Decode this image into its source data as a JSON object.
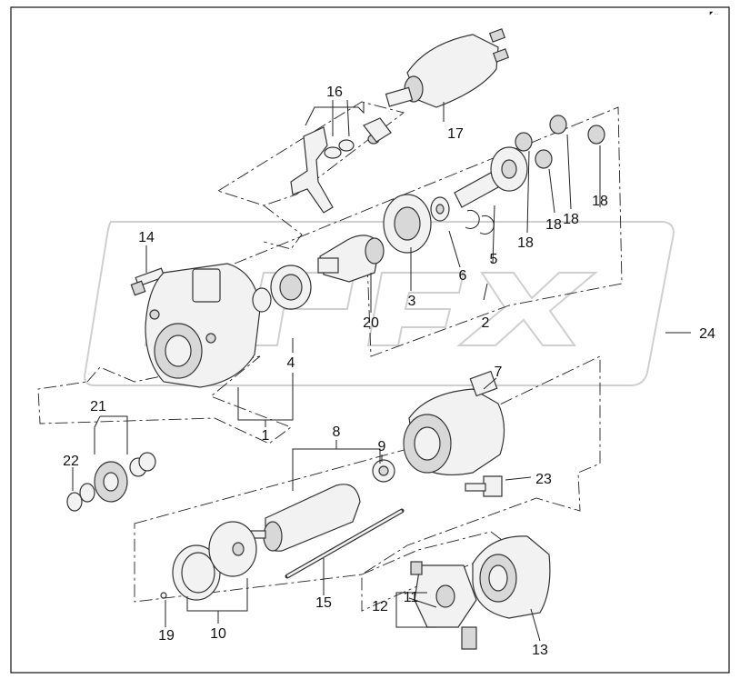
{
  "corner_mark": "◤ ...",
  "watermark": "OPEX",
  "callouts": {
    "c1": "1",
    "c2": "2",
    "c3": "3",
    "c4": "4",
    "c5": "5",
    "c6": "6",
    "c7": "7",
    "c8": "8",
    "c9": "9",
    "c10": "10",
    "c11": "11",
    "c12": "12",
    "c13": "13",
    "c14": "14",
    "c15": "15",
    "c16": "16",
    "c17": "17",
    "c18a": "18",
    "c18b": "18",
    "c18c": "18",
    "c18d": "18",
    "c19": "19",
    "c20": "20",
    "c21": "21",
    "c22": "22",
    "c23": "23",
    "c24": "24"
  }
}
